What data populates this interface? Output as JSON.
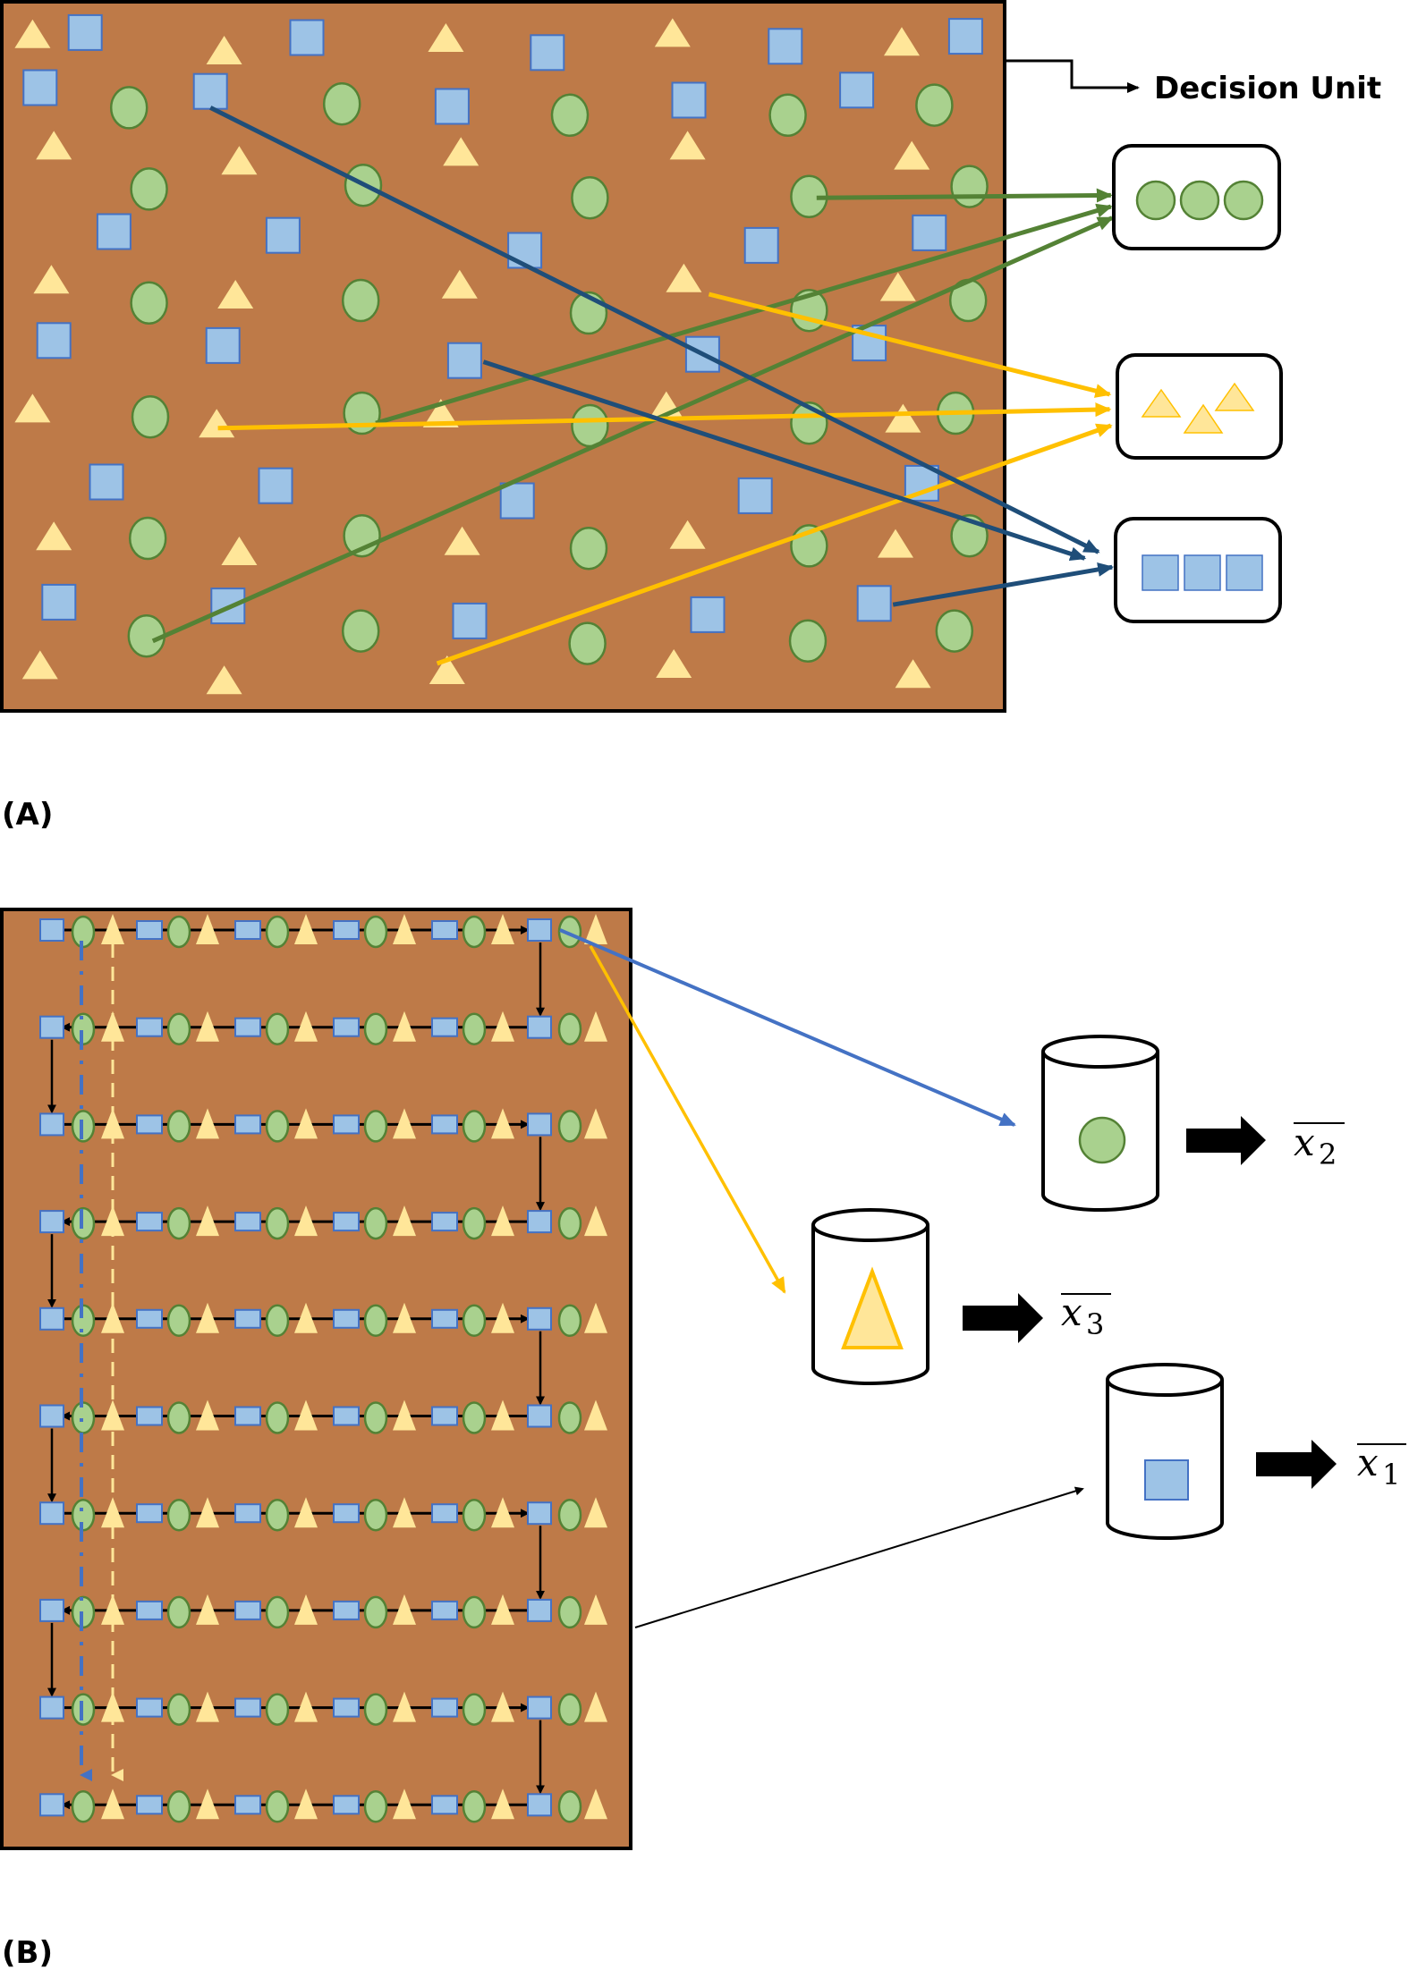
{
  "colors": {
    "field": "#BE7A48",
    "square_fill": "#9DC3E6",
    "square_stroke": "#4472C4",
    "circle_fill": "#A9D18E",
    "circle_stroke": "#548235",
    "triangle_fill": "#FFE699",
    "triangle_stroke": "#FFC000",
    "arrow_green": "#548235",
    "arrow_yellow": "#FFC000",
    "arrow_navy": "#1F4E79",
    "arrow_blue": "#4472C4",
    "outline": "#000000"
  },
  "panel_a": {
    "label": "(A)",
    "decision_unit_label": "Decision Unit",
    "groups": [
      {
        "name": "circles",
        "shape": "circle",
        "count": 3
      },
      {
        "name": "triangles",
        "shape": "triangle",
        "count": 3
      },
      {
        "name": "squares",
        "shape": "square",
        "count": 3
      }
    ]
  },
  "panel_b": {
    "label": "(B)",
    "row_count": 10,
    "row_pattern": [
      "square",
      "circle",
      "triangle",
      "square",
      "circle",
      "triangle",
      "square",
      "circle",
      "triangle",
      "square",
      "circle",
      "triangle",
      "square",
      "circle",
      "triangle",
      "square",
      "circle",
      "triangle"
    ],
    "traversal": "serpentine",
    "outputs": [
      {
        "shape": "circle",
        "symbol": "x",
        "subscript": "2"
      },
      {
        "shape": "triangle",
        "symbol": "x",
        "subscript": "3"
      },
      {
        "shape": "square",
        "symbol": "x",
        "subscript": "1"
      }
    ]
  }
}
